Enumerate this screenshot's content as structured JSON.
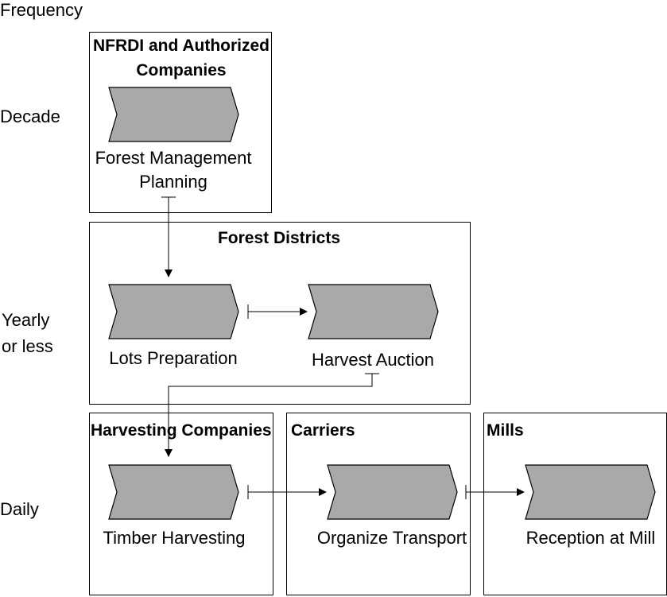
{
  "frequency_label": "Frequency",
  "frequencies": {
    "decade": "Decade",
    "yearly_line1": "Yearly",
    "yearly_line2": "or less",
    "daily": "Daily"
  },
  "groups": {
    "nfrdi_line1": "NFRDI and Authorized",
    "nfrdi_line2": "Companies",
    "forest_districts": "Forest Districts",
    "harvesting_companies": "Harvesting Companies",
    "carriers": "Carriers",
    "mills": "Mills"
  },
  "processes": {
    "forest_management_line1": "Forest Management",
    "forest_management_line2": "Planning",
    "lots_preparation": "Lots Preparation",
    "harvest_auction": "Harvest Auction",
    "timber_harvesting": "Timber Harvesting",
    "organize_transport": "Organize Transport",
    "reception_at_mill": "Reception at Mill"
  },
  "colors": {
    "process_fill": "#a9a9a9",
    "stroke": "#000000"
  }
}
